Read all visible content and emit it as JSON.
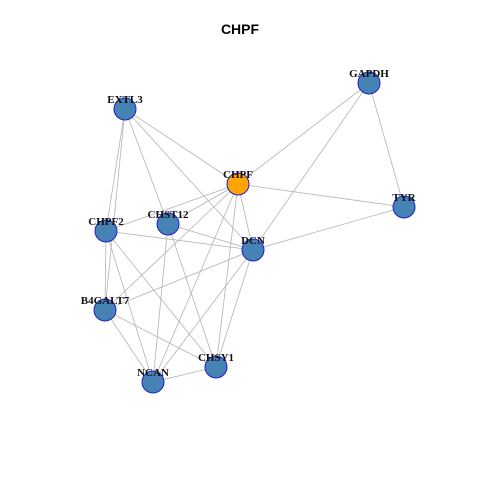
{
  "title": "CHPF",
  "colors": {
    "background": "#ffffff",
    "edge": "#b3b3b3",
    "node_default_fill": "#4682b4",
    "node_highlight_fill": "#ffa500",
    "node_stroke": "#1f1fcc",
    "label": "#111111"
  },
  "nodes": [
    {
      "id": "GAPDH",
      "label": "GAPDH",
      "highlight": false
    },
    {
      "id": "EXTL3",
      "label": "EXTL3",
      "highlight": false
    },
    {
      "id": "CHPF",
      "label": "CHPF",
      "highlight": true
    },
    {
      "id": "TYR",
      "label": "TYR",
      "highlight": false
    },
    {
      "id": "CHPF2",
      "label": "CHPF2",
      "highlight": false
    },
    {
      "id": "CHST12",
      "label": "CHST12",
      "highlight": false
    },
    {
      "id": "DCN",
      "label": "DCN",
      "highlight": false
    },
    {
      "id": "B4GALT7",
      "label": "B4GALT7",
      "highlight": false
    },
    {
      "id": "CHSY1",
      "label": "CHSY1",
      "highlight": false
    },
    {
      "id": "NCAN",
      "label": "NCAN",
      "highlight": false
    }
  ],
  "edges": [
    [
      "GAPDH",
      "CHPF"
    ],
    [
      "GAPDH",
      "TYR"
    ],
    [
      "GAPDH",
      "DCN"
    ],
    [
      "EXTL3",
      "CHPF"
    ],
    [
      "EXTL3",
      "DCN"
    ],
    [
      "EXTL3",
      "CHST12"
    ],
    [
      "EXTL3",
      "CHPF2"
    ],
    [
      "EXTL3",
      "B4GALT7"
    ],
    [
      "CHPF",
      "TYR"
    ],
    [
      "CHPF",
      "CHPF2"
    ],
    [
      "CHPF",
      "CHST12"
    ],
    [
      "CHPF",
      "DCN"
    ],
    [
      "CHPF",
      "CHSY1"
    ],
    [
      "CHPF",
      "NCAN"
    ],
    [
      "CHPF",
      "B4GALT7"
    ],
    [
      "TYR",
      "DCN"
    ],
    [
      "CHPF2",
      "DCN"
    ],
    [
      "CHPF2",
      "B4GALT7"
    ],
    [
      "CHPF2",
      "NCAN"
    ],
    [
      "CHPF2",
      "CHSY1"
    ],
    [
      "CHST12",
      "DCN"
    ],
    [
      "CHST12",
      "NCAN"
    ],
    [
      "CHST12",
      "CHSY1"
    ],
    [
      "DCN",
      "B4GALT7"
    ],
    [
      "DCN",
      "NCAN"
    ],
    [
      "DCN",
      "CHSY1"
    ],
    [
      "B4GALT7",
      "NCAN"
    ],
    [
      "B4GALT7",
      "CHSY1"
    ],
    [
      "NCAN",
      "CHSY1"
    ]
  ]
}
